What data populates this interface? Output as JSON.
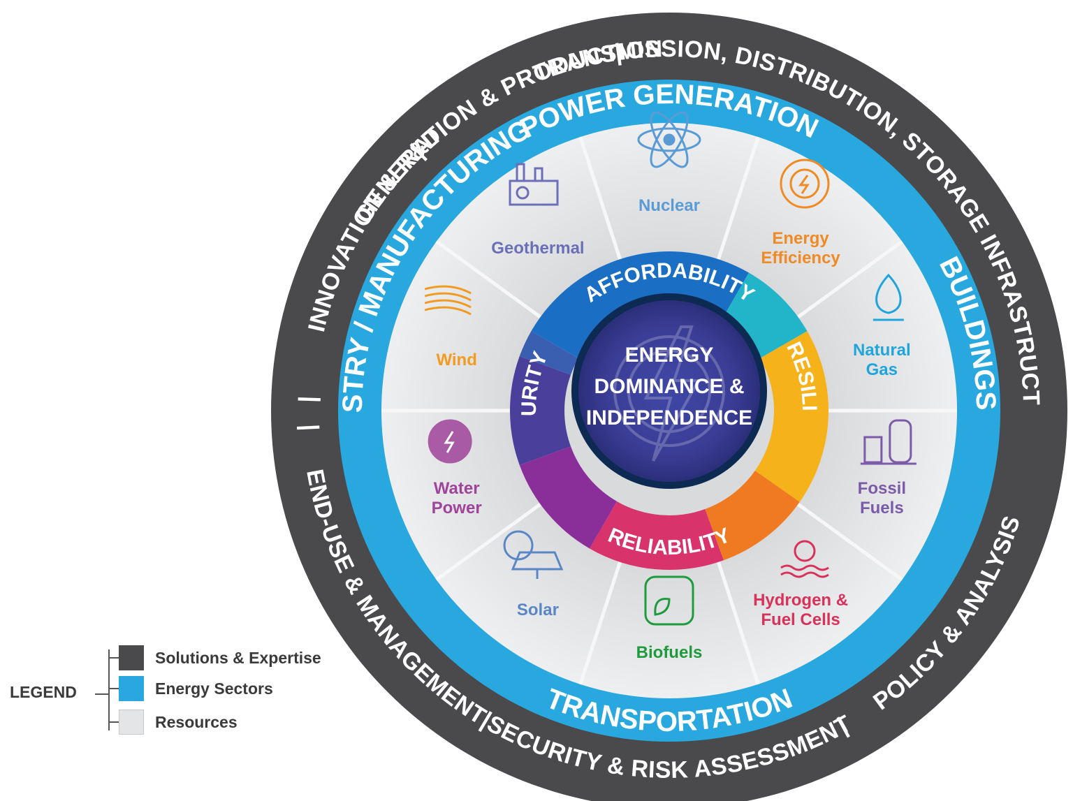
{
  "colors": {
    "outer_ring": "#4a4a4c",
    "sector_ring": "#29a8e0",
    "resource_fill": "#e4e5e7",
    "core_dark": "#0d2a52",
    "core_center": "#3a3f9a"
  },
  "outer_ring": {
    "labels": [
      "GENERATION & PRODUCTION",
      "TRANSMISSION, DISTRIBUTION, STORAGE INFRASTRUCTURE",
      "END-USE & MANAGEMENT",
      "SECURITY & RISK ASSESSMENT",
      "POLICY & ANALYSIS",
      "INNOVATION & R&D"
    ],
    "separator": "|"
  },
  "sector_ring": {
    "labels": [
      "POWER GENERATION",
      "BUILDINGS",
      "TRANSPORTATION",
      "INDUSTRY / MANUFACTURING"
    ]
  },
  "resources": [
    {
      "label": [
        "Nuclear"
      ],
      "icon": "atom-icon",
      "color": "#5b9bd5"
    },
    {
      "label": [
        "Energy",
        "Efficiency"
      ],
      "icon": "energy-efficiency-icon",
      "color": "#f08a24"
    },
    {
      "label": [
        "Natural",
        "Gas"
      ],
      "icon": "flame-icon",
      "color": "#1fa5dc"
    },
    {
      "label": [
        "Fossil",
        "Fuels"
      ],
      "icon": "refinery-icon",
      "color": "#7b5aa8"
    },
    {
      "label": [
        "Hydrogen &",
        "Fuel Cells"
      ],
      "icon": "sun-waves-icon",
      "color": "#d9325a"
    },
    {
      "label": [
        "Biofuels"
      ],
      "icon": "fuel-pump-leaf-icon",
      "color": "#1f9a3c"
    },
    {
      "label": [
        "Solar"
      ],
      "icon": "solar-panel-icon",
      "color": "#5b86c6"
    },
    {
      "label": [
        "Water",
        "Power"
      ],
      "icon": "water-drop-plug-icon",
      "color": "#a0439a"
    },
    {
      "label": [
        "Wind"
      ],
      "icon": "wind-icon",
      "color": "#f29b22"
    },
    {
      "label": [
        "Geothermal"
      ],
      "icon": "factory-icon",
      "color": "#6b6fb8"
    }
  ],
  "core_ring": {
    "labels": [
      "AFFORDABILITY",
      "RESILIENCY",
      "RELIABILITY",
      "SECURITY"
    ]
  },
  "core": {
    "lines": [
      "ENERGY",
      "DOMINANCE &",
      "INDEPENDENCE"
    ],
    "icon": "lightning-bolt-icon"
  },
  "legend": {
    "title": "LEGEND",
    "items": [
      {
        "label": "Solutions & Expertise",
        "color": "#4a4a4c"
      },
      {
        "label": "Energy Sectors",
        "color": "#29a8e0"
      },
      {
        "label": "Resources",
        "color": "#e4e5e7"
      }
    ]
  }
}
